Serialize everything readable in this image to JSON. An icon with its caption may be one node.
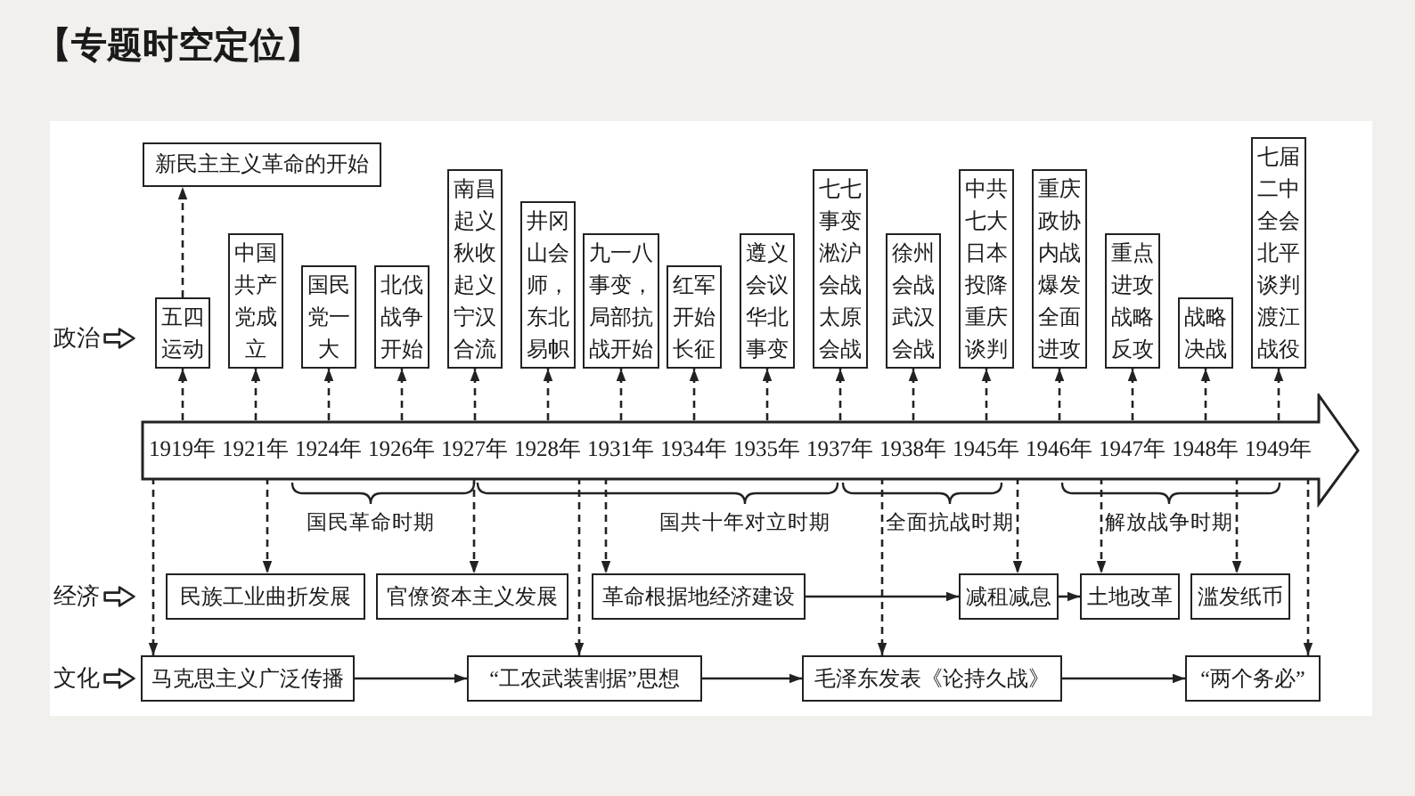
{
  "diagram": {
    "title": "【专题时空定位】",
    "nodes": [
      {
        "text": [
          "新民主主义革命的开始"
        ]
      },
      {
        "text": [
          "五四运动"
        ]
      },
      {
        "text": [
          "中国共产党成立"
        ]
      },
      {
        "text": [
          "国民党一大"
        ]
      },
      {
        "text": [
          "北伐战争开始"
        ]
      },
      {
        "text": [
          "南昌起义秋收起义宁汉合流"
        ]
      },
      {
        "text": [
          "井冈山会师，东北易帜"
        ]
      },
      {
        "text": [
          "九一八事变，局部抗战开始"
        ]
      },
      {
        "text": [
          "红军开始长征"
        ]
      },
      {
        "text": [
          "遵义会议华北事变"
        ]
      },
      {
        "text": [
          "七七事变淞沪会战太原会战"
        ]
      },
      {
        "text": [
          "徐州会战武汉会战"
        ]
      },
      {
        "text": [
          "中共七大日本投降重庆谈判"
        ]
      },
      {
        "text": [
          "重庆政协内战爆发全面进攻"
        ]
      },
      {
        "text": [
          "重点进攻战略反攻"
        ]
      },
      {
        "text": [
          "战略决战"
        ]
      },
      {
        "text": [
          "七届二中全会北平谈判渡江战役"
        ]
      },
      {
        "text": [],
        "shape": "arrow"
      },
      {
        "text": [
          "1919年"
        ],
        "in": 17
      },
      {
        "text": [
          "1921年"
        ],
        "in": 17
      },
      {
        "text": [
          "1924年"
        ],
        "in": 17
      },
      {
        "text": [
          "1926年"
        ],
        "in": 17
      },
      {
        "text": [
          "1927年"
        ],
        "in": 17
      },
      {
        "text": [
          "1928年"
        ],
        "in": 17
      },
      {
        "text": [
          "1931年"
        ],
        "in": 17
      },
      {
        "text": [
          "1934年"
        ],
        "in": 17
      },
      {
        "text": [
          "1935年"
        ],
        "in": 17
      },
      {
        "text": [
          "1937年"
        ],
        "in": 17
      },
      {
        "text": [
          "1938年"
        ],
        "in": 17
      },
      {
        "text": [
          "1945年"
        ],
        "in": 17
      },
      {
        "text": [
          "1946年"
        ],
        "in": 17
      },
      {
        "text": [
          "1947年"
        ],
        "in": 17
      },
      {
        "text": [
          "1948年"
        ],
        "in": 17
      },
      {
        "text": [
          "1949年"
        ],
        "in": 17
      },
      {
        "text": [
          "民族工业曲折发展"
        ]
      },
      {
        "text": [
          "官僚资本主义发展"
        ]
      },
      {
        "text": [
          "革命根据地经济建设"
        ]
      },
      {
        "text": [
          "减租减息"
        ]
      },
      {
        "text": [
          "土地改革"
        ]
      },
      {
        "text": [
          "滥发纸币"
        ]
      },
      {
        "text": [
          "马克思主义广泛传播"
        ]
      },
      {
        "text": [
          "“工农武装割据”思想"
        ]
      },
      {
        "text": [
          "毛泽东发表《论持久战》"
        ]
      },
      {
        "text": [
          "“两个务必”"
        ]
      }
    ],
    "edges": [
      {
        "from": 18,
        "to": 1,
        "arrow": "to",
        "style": "dashed"
      },
      {
        "from": 19,
        "to": 2,
        "arrow": "to",
        "style": "dashed"
      },
      {
        "from": 20,
        "to": 3,
        "arrow": "to",
        "style": "dashed"
      },
      {
        "from": 21,
        "to": 4,
        "arrow": "to",
        "style": "dashed"
      },
      {
        "from": 22,
        "to": 5,
        "arrow": "to",
        "style": "dashed"
      },
      {
        "from": 23,
        "to": 6,
        "arrow": "to",
        "style": "dashed"
      },
      {
        "from": 24,
        "to": 7,
        "arrow": "to",
        "style": "dashed"
      },
      {
        "from": 25,
        "to": 8,
        "arrow": "to",
        "style": "dashed"
      },
      {
        "from": 26,
        "to": 9,
        "arrow": "to",
        "style": "dashed"
      },
      {
        "from": 27,
        "to": 10,
        "arrow": "to",
        "style": "dashed"
      },
      {
        "from": 28,
        "to": 11,
        "arrow": "to",
        "style": "dashed"
      },
      {
        "from": 29,
        "to": 12,
        "arrow": "to",
        "style": "dashed"
      },
      {
        "from": 30,
        "to": 13,
        "arrow": "to",
        "style": "dashed"
      },
      {
        "from": 31,
        "to": 14,
        "arrow": "to",
        "style": "dashed"
      },
      {
        "from": 32,
        "to": 15,
        "arrow": "to",
        "style": "dashed"
      },
      {
        "from": 33,
        "to": 16,
        "arrow": "to",
        "style": "dashed"
      },
      {
        "from": 1,
        "to": 0,
        "arrow": "to",
        "style": "dashed"
      },
      {
        "from": 18,
        "to": 40,
        "arrow": "to",
        "style": "dashed"
      },
      {
        "from": 19,
        "to": 34,
        "arrow": "to",
        "style": "dashed"
      },
      {
        "from": 22,
        "to": 35,
        "arrow": "to",
        "style": "dashed"
      },
      {
        "from": 23,
        "to": 41,
        "arrow": "to",
        "style": "dashed"
      },
      {
        "from": 24,
        "to": 36,
        "arrow": "to",
        "style": "dashed"
      },
      {
        "from": 28,
        "to": 42,
        "arrow": "to",
        "style": "dashed"
      },
      {
        "from": 29,
        "to": 37,
        "arrow": "to",
        "style": "dashed"
      },
      {
        "from": 31,
        "to": 38,
        "arrow": "to",
        "style": "dashed"
      },
      {
        "from": 32,
        "to": 39,
        "arrow": "to",
        "style": "dashed"
      },
      {
        "from": 33,
        "to": 43,
        "arrow": "to",
        "style": "dashed"
      },
      {
        "from": 36,
        "to": 37,
        "arrow": "to"
      },
      {
        "from": 37,
        "to": 38,
        "arrow": "to"
      },
      {
        "from": 40,
        "to": 41,
        "arrow": "to"
      },
      {
        "from": 41,
        "to": 42,
        "arrow": "to"
      },
      {
        "from": 42,
        "to": 43,
        "arrow": "to"
      }
    ],
    "labels": [
      "政治",
      "国民革命时期",
      "国共十年对立时期",
      "全面抗战时期",
      "解放战争时期",
      "经济",
      "文化"
    ]
  }
}
